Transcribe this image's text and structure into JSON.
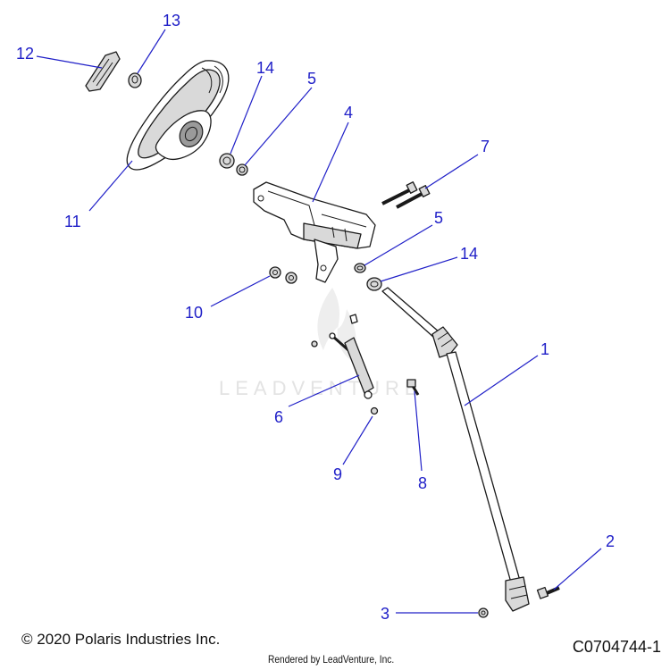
{
  "callouts": {
    "c1": "1",
    "c2": "2",
    "c3": "3",
    "c4": "4",
    "c5a": "5",
    "c5b": "5",
    "c6": "6",
    "c7": "7",
    "c8": "8",
    "c9": "9",
    "c10": "10",
    "c11": "11",
    "c12": "12",
    "c13": "13",
    "c14a": "14",
    "c14b": "14"
  },
  "watermark": {
    "text": "LEADVENTURE"
  },
  "footer": {
    "copyright": "© 2020 Polaris Industries Inc.",
    "rendered_by": "Rendered by LeadVenture, Inc.",
    "diagram_id": "C0704744-1"
  },
  "colors": {
    "callout": "#2020c8",
    "line": "#1a1a1a",
    "watermark": "#e3e3e3"
  }
}
